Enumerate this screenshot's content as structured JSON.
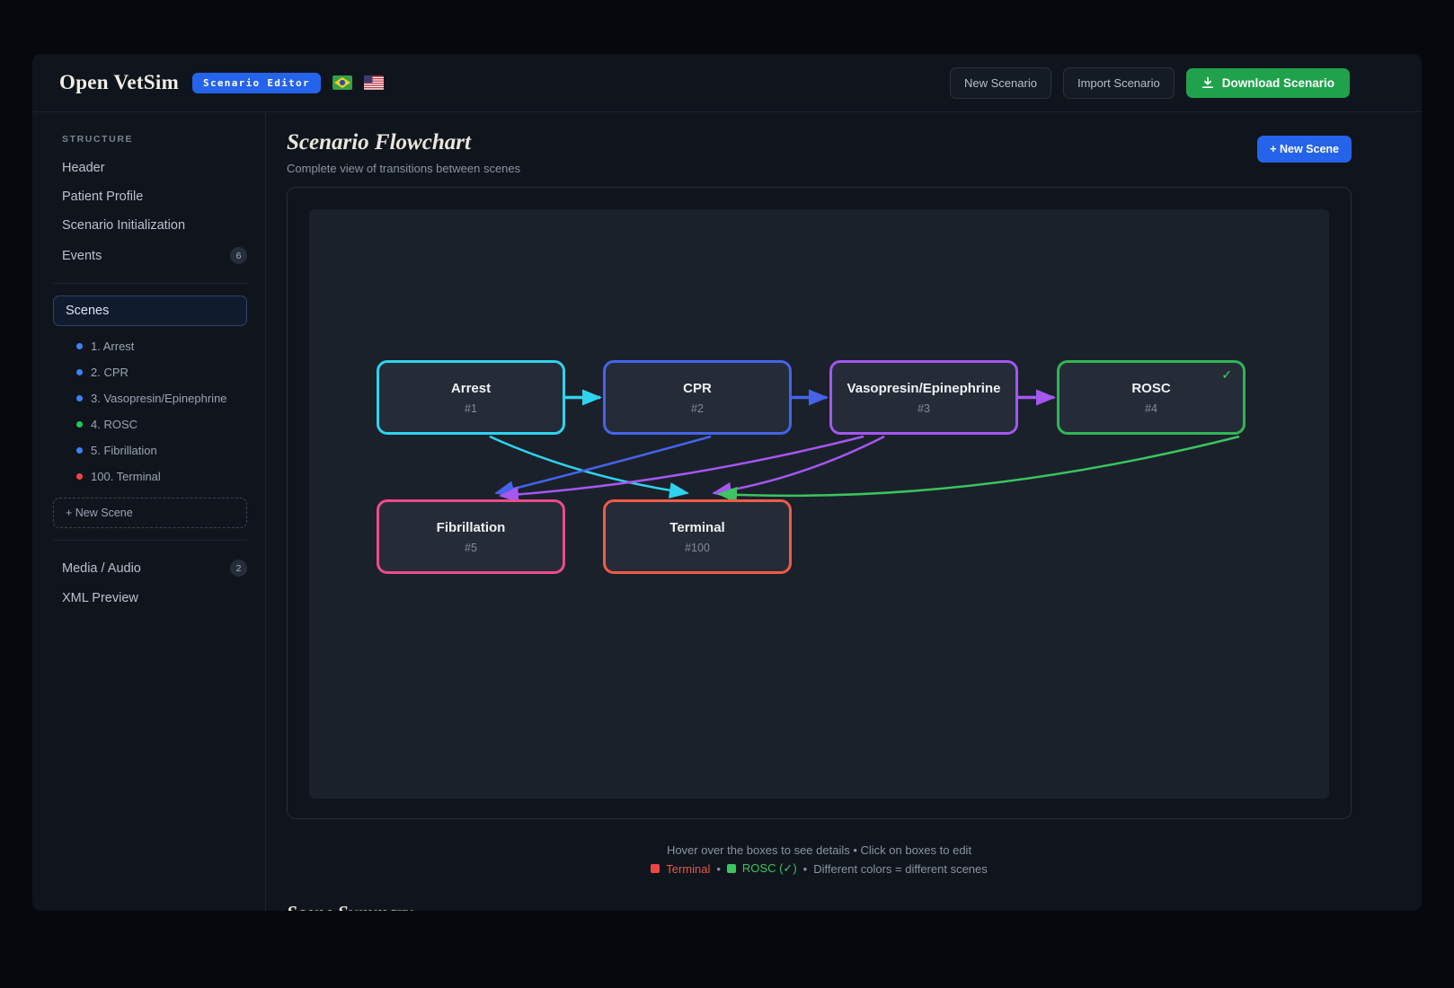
{
  "header": {
    "title": "Open VetSim",
    "badge": "Scenario Editor",
    "buttons": {
      "new": "New Scenario",
      "import": "Import Scenario",
      "download": "Download Scenario"
    }
  },
  "sidebar": {
    "section_label": "STRUCTURE",
    "items": [
      {
        "label": "Header"
      },
      {
        "label": "Patient Profile"
      },
      {
        "label": "Scenario Initialization"
      },
      {
        "label": "Events",
        "badge": "6"
      }
    ],
    "scenes_label": "Scenes",
    "scenes": [
      {
        "label": "1. Arrest",
        "dot": "#3b82f6"
      },
      {
        "label": "2. CPR",
        "dot": "#3b82f6"
      },
      {
        "label": "3. Vasopresin/Epinephrine",
        "dot": "#3b82f6"
      },
      {
        "label": "4. ROSC",
        "dot": "#22c55e"
      },
      {
        "label": "5. Fibrillation",
        "dot": "#3b82f6"
      },
      {
        "label": "100. Terminal",
        "dot": "#ef4444"
      }
    ],
    "new_scene_label": "+ New Scene",
    "bottom_items": [
      {
        "label": "Media / Audio",
        "badge": "2"
      },
      {
        "label": "XML Preview"
      }
    ]
  },
  "main": {
    "title": "Scenario Flowchart",
    "subtitle": "Complete view of transitions between scenes",
    "new_scene_button": "+ New Scene",
    "hint": "Hover over the boxes to see details • Click on boxes to edit",
    "legend": {
      "terminal_label": "Terminal",
      "terminal_color": "#ef4444",
      "rosc_label": "ROSC (✓)",
      "rosc_color": "#3bc45f",
      "sep": "•",
      "note": "Different colors = different scenes"
    },
    "summary_title": "Scene Summary"
  },
  "flowchart": {
    "check_mark": "✓",
    "check_color": "#3ddc6a",
    "nodes": [
      {
        "id": "arrest",
        "title": "Arrest",
        "number": "#1",
        "color": "#2fd3ee",
        "check": false
      },
      {
        "id": "cpr",
        "title": "CPR",
        "number": "#2",
        "color": "#4663ea",
        "check": false
      },
      {
        "id": "vaso",
        "title": "Vasopresin/Epinephrine",
        "number": "#3",
        "color": "#a557f0",
        "check": false
      },
      {
        "id": "rosc",
        "title": "ROSC",
        "number": "#4",
        "color": "#32b457",
        "check": true
      },
      {
        "id": "fib",
        "title": "Fibrillation",
        "number": "#5",
        "color": "#ee4b8b",
        "check": false
      },
      {
        "id": "term",
        "title": "Terminal",
        "number": "#100",
        "color": "#f15a48",
        "check": false
      }
    ],
    "edges": [
      {
        "from": "arrest",
        "to": "cpr",
        "color": "#2fd3ee"
      },
      {
        "from": "cpr",
        "to": "vaso",
        "color": "#4663ea"
      },
      {
        "from": "vaso",
        "to": "rosc",
        "color": "#a557f0"
      },
      {
        "from": "arrest",
        "to": "term",
        "color": "#2fd3ee"
      },
      {
        "from": "cpr",
        "to": "fib",
        "color": "#4663ea"
      },
      {
        "from": "vaso",
        "to": "fib",
        "color": "#a557f0"
      },
      {
        "from": "vaso",
        "to": "term",
        "color": "#a557f0"
      },
      {
        "from": "rosc",
        "to": "term",
        "color": "#3bc45f"
      }
    ]
  }
}
